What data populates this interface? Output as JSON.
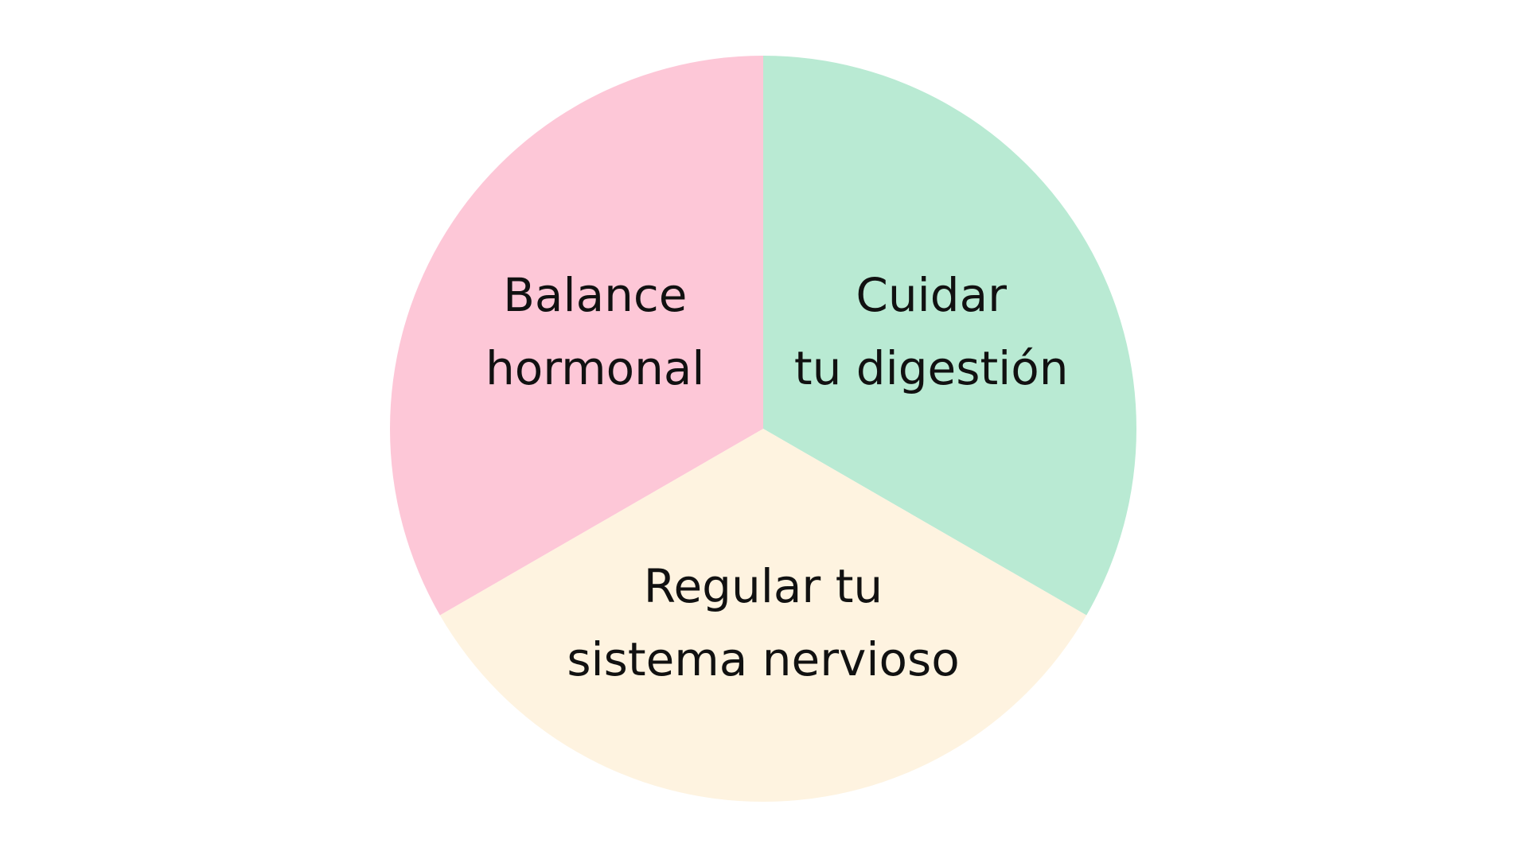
{
  "chart_data": {
    "type": "pie",
    "title": "",
    "slices": [
      {
        "label_lines": [
          "Cuidar",
          "tu digestión"
        ],
        "value": 1,
        "color": "#B9EAD3"
      },
      {
        "label_lines": [
          "Regular tu",
          "sistema nervioso"
        ],
        "value": 1,
        "color": "#FEF3E0"
      },
      {
        "label_lines": [
          "Balance",
          "hormonal"
        ],
        "value": 1,
        "color": "#FDC7D7"
      }
    ],
    "start_angle_deg": 0,
    "direction": "clockwise"
  }
}
